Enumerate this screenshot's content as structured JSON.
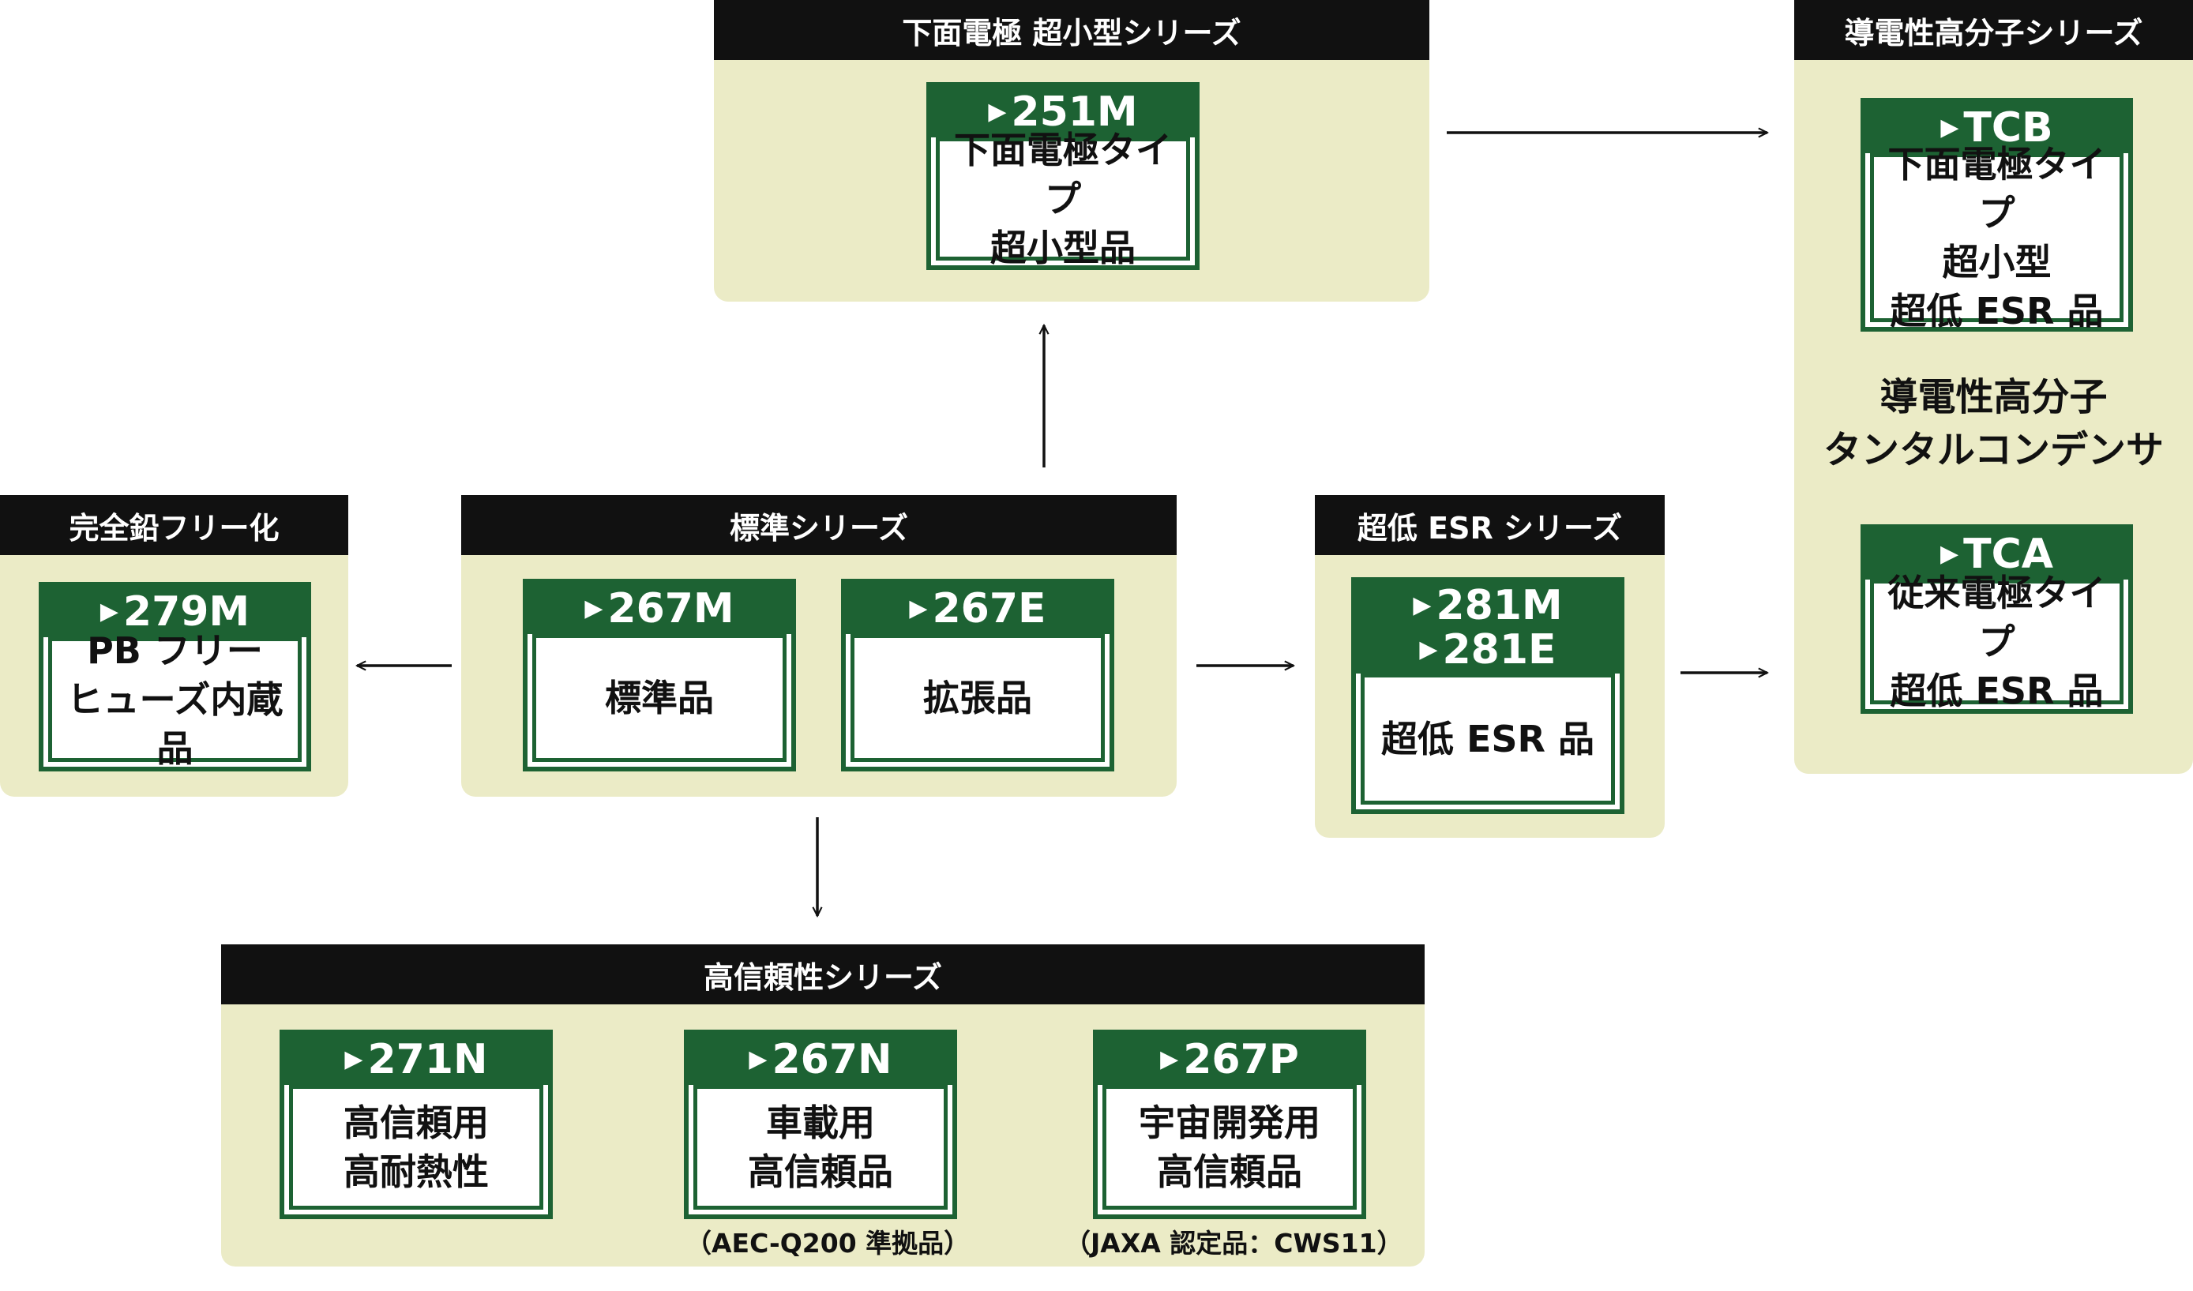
{
  "colors": {
    "panel": "#ebebc6",
    "header": "#111111",
    "product_green": "#1d6233",
    "arrow": "#111111"
  },
  "series": {
    "bottom_electrode": {
      "title": "下面電極 超小型シリーズ",
      "products": [
        {
          "code": "251M",
          "lines": [
            "下面電極タイプ",
            "超小型品"
          ]
        }
      ]
    },
    "conductive_polymer": {
      "title": "導電性高分子シリーズ",
      "products": [
        {
          "code": "TCB",
          "lines": [
            "下面電極タイプ",
            "超小型",
            "超低 ESR 品"
          ]
        },
        {
          "code": "TCA",
          "lines": [
            "従来電極タイプ",
            "超低 ESR 品"
          ]
        }
      ],
      "description": [
        "導電性高分子",
        "タンタルコンデンサ"
      ]
    },
    "lead_free": {
      "title": "完全鉛フリー化",
      "products": [
        {
          "code": "279M",
          "lines": [
            "PB フリー",
            "ヒューズ内蔵品"
          ]
        }
      ]
    },
    "standard": {
      "title": "標準シリーズ",
      "products": [
        {
          "code": "267M",
          "lines": [
            "標準品"
          ]
        },
        {
          "code": "267E",
          "lines": [
            "拡張品"
          ]
        }
      ]
    },
    "low_esr": {
      "title": "超低 ESR シリーズ",
      "products": [
        {
          "codes": [
            "281M",
            "281E"
          ],
          "lines": [
            "超低 ESR 品"
          ]
        }
      ]
    },
    "high_reliability": {
      "title": "高信頼性シリーズ",
      "products": [
        {
          "code": "271N",
          "lines": [
            "高信頼用",
            "高耐熱性"
          ]
        },
        {
          "code": "267N",
          "lines": [
            "車載用",
            "高信頼品"
          ],
          "note": "（AEC-Q200 準拠品）"
        },
        {
          "code": "267P",
          "lines": [
            "宇宙開発用",
            "高信頼品"
          ],
          "note": "（JAXA 認定品：CWS11）"
        }
      ]
    }
  }
}
